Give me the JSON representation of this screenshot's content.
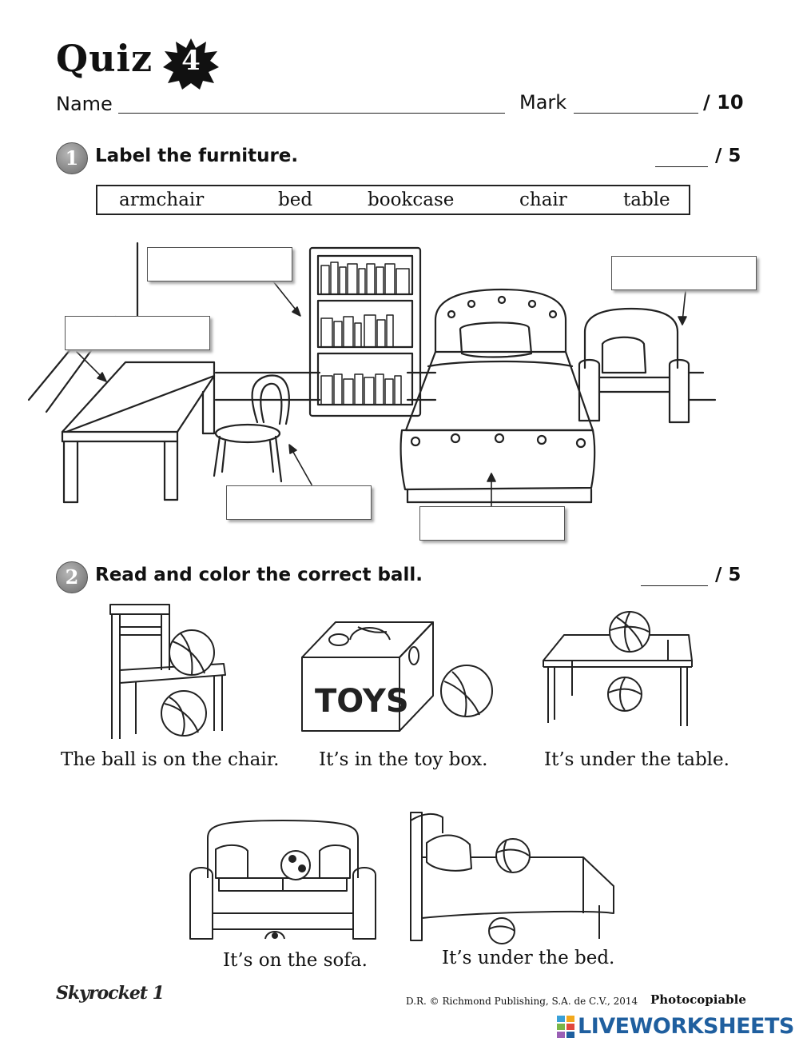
{
  "quiz": {
    "title": "Quiz",
    "number": "4"
  },
  "header": {
    "name_label": "Name",
    "mark_label": "Mark",
    "mark_total": "/ 10"
  },
  "section1": {
    "number": "1",
    "title": "Label the furniture.",
    "score": "/ 5",
    "word_bank": [
      "armchair",
      "bed",
      "bookcase",
      "chair",
      "table"
    ]
  },
  "section2": {
    "number": "2",
    "title": "Read and color the correct ball.",
    "score": "/ 5",
    "captions": [
      "The ball is on the chair.",
      "It’s in the toy box.",
      "It’s under the table.",
      "It’s on the sofa.",
      "It’s under the bed."
    ],
    "toy_box_text": "TOYS"
  },
  "footer": {
    "brand": "Skyrocket 1",
    "copyright": "D.R. © Richmond Publishing, S.A. de C.V., 2014",
    "photocopiable": "Photocopiable",
    "site": "LIVEWORKSHEETS"
  },
  "colors": {
    "site_blue": "#1f5f9f",
    "line": "#222222",
    "badge_gray": "#777777"
  }
}
